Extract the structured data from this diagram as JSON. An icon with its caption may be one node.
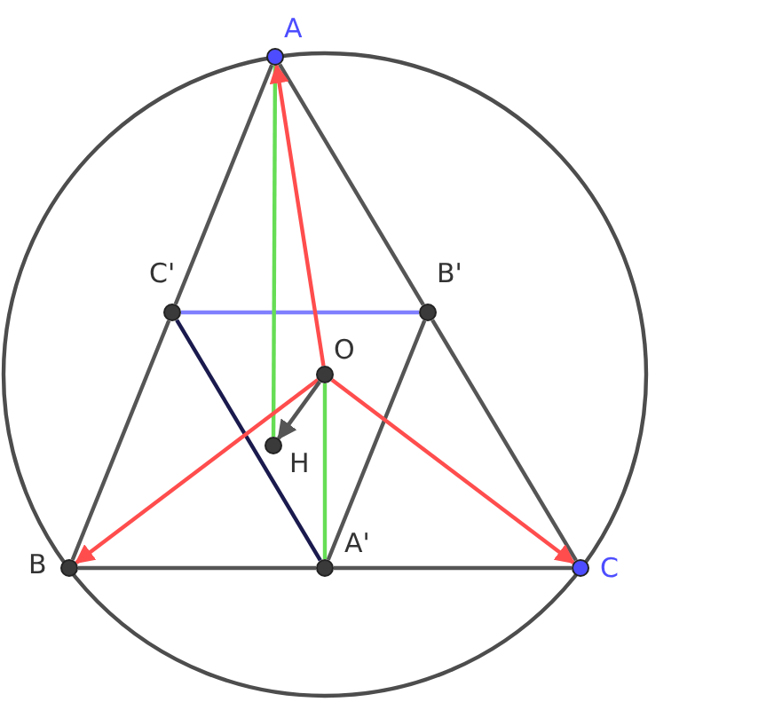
{
  "diagram": {
    "nodes": [
      {
        "text": [
          "A"
        ]
      },
      {
        "text": [
          "B"
        ]
      },
      {
        "text": [
          "C"
        ]
      },
      {
        "text": [
          "A'"
        ]
      },
      {
        "text": [
          "B'"
        ]
      },
      {
        "text": [
          "C'"
        ]
      },
      {
        "text": [
          "O"
        ]
      },
      {
        "text": [
          "H"
        ]
      }
    ],
    "edges": [
      {
        "from": 0,
        "to": 5,
        "arrow": "none"
      },
      {
        "from": 5,
        "to": 1,
        "arrow": "none"
      },
      {
        "from": 0,
        "to": 4,
        "arrow": "none"
      },
      {
        "from": 4,
        "to": 2,
        "arrow": "none"
      },
      {
        "from": 1,
        "to": 3,
        "arrow": "none"
      },
      {
        "from": 3,
        "to": 2,
        "arrow": "none"
      },
      {
        "from": 5,
        "to": 4,
        "arrow": "none",
        "color": "#8080ff"
      },
      {
        "from": 5,
        "to": 3,
        "arrow": "none",
        "color": "#1a1a4e"
      },
      {
        "from": 4,
        "to": 3,
        "arrow": "none"
      },
      {
        "from": 0,
        "to": 7,
        "arrow": "none",
        "color": "#66dd55"
      },
      {
        "from": 6,
        "to": 3,
        "arrow": "none",
        "color": "#66dd55"
      },
      {
        "from": 6,
        "to": 0,
        "arrow": "to",
        "color": "#ff4d4d"
      },
      {
        "from": 6,
        "to": 1,
        "arrow": "to",
        "color": "#ff4d4d"
      },
      {
        "from": 6,
        "to": 2,
        "arrow": "to",
        "color": "#ff4d4d"
      },
      {
        "from": 6,
        "to": 7,
        "arrow": "to"
      }
    ]
  }
}
